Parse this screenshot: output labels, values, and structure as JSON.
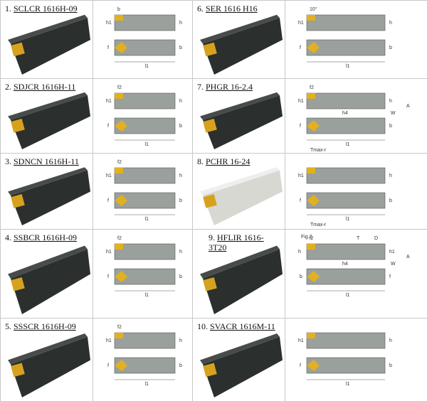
{
  "items": [
    {
      "num": "1.",
      "code": "SCLCR 1616H-09",
      "labels": {
        "top_left": "h1",
        "top_right": "h",
        "bottom_left": "f",
        "bottom_right": "b",
        "length": "l1",
        "top_dim": "b"
      }
    },
    {
      "num": "2.",
      "code": "SDJCR 1616H-11",
      "labels": {
        "top_left": "h1",
        "top_right": "h",
        "bottom_left": "f",
        "bottom_right": "b",
        "length": "l1",
        "top_dim": "f2"
      }
    },
    {
      "num": "3.",
      "code": "SDNCN 1616H-11",
      "labels": {
        "top_left": "h1",
        "top_right": "h",
        "bottom_left": "f",
        "bottom_right": "b",
        "length": "l1",
        "top_dim": "f2"
      }
    },
    {
      "num": "4.",
      "code": "SSBCR 1616H-09",
      "labels": {
        "top_left": "h1",
        "top_right": "h",
        "bottom_left": "f",
        "bottom_right": "b",
        "length": "l1",
        "top_dim": "f2"
      }
    },
    {
      "num": "5.",
      "code": "SSSCR 1616H-09",
      "labels": {
        "top_left": "h1",
        "top_right": "h",
        "bottom_left": "f",
        "bottom_right": "b",
        "length": "l1",
        "top_dim": "f2"
      }
    },
    {
      "num": "6.",
      "code": "SER 1616 H16",
      "labels": {
        "top_left": "h1",
        "top_right": "h",
        "bottom_left": "f",
        "bottom_right": "b",
        "length": "l1",
        "top_dim": "10°"
      }
    },
    {
      "num": "7.",
      "code": "PHGR 16-2.4",
      "labels": {
        "top_left": "h1",
        "top_right": "h",
        "bottom_left": "f",
        "bottom_right": "b",
        "length": "l1",
        "top_dim": "f2",
        "extra1": "h4",
        "extra2": "W",
        "extra3": "Tmax-r",
        "extra4": "A"
      }
    },
    {
      "num": "8.",
      "code": "PCHR 16-24",
      "labels": {
        "top_left": "h1",
        "top_right": "h",
        "bottom_left": "f",
        "bottom_right": "b",
        "length": "l1",
        "top_dim": "",
        "extra3": "Tmax-r"
      }
    },
    {
      "num": "9.",
      "code": "HFLIR 1616-3T20",
      "labels": {
        "top_left": "h",
        "top_right": "h1",
        "bottom_left": "b",
        "bottom_right": "f",
        "length": "l1",
        "top_dim": "l2",
        "extra0": "Fig.2",
        "extra1": "h4",
        "extra2": "W",
        "extra4": "A",
        "extra5": "T",
        "extra6": "D"
      }
    },
    {
      "num": "10.",
      "code": "SVACR 1616M-11",
      "labels": {
        "top_left": "h1",
        "top_right": "h",
        "bottom_left": "f",
        "bottom_right": "b",
        "length": "l1",
        "top_dim": ""
      }
    }
  ]
}
